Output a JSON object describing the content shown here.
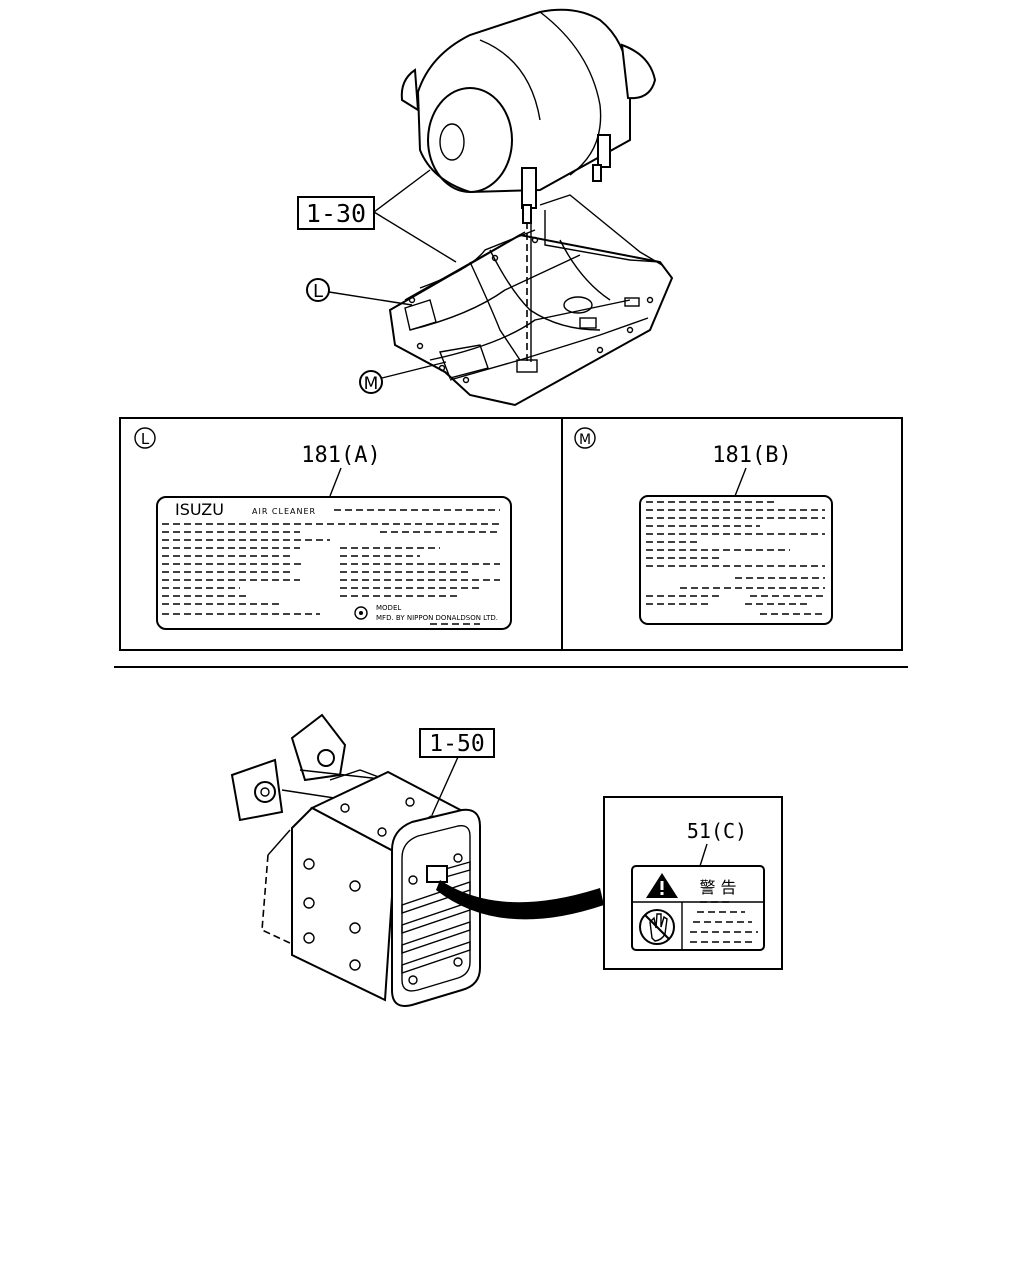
{
  "callouts": {
    "top_assembly": "1-30",
    "bottom_assembly": "1-50",
    "marker_l": "L",
    "marker_m": "M"
  },
  "panel_l": {
    "marker": "L",
    "part_ref": "181(A)",
    "brand": "ISUZU",
    "product": "AIR CLEANER",
    "model_label": "MODEL",
    "manufacturer": "MFD. BY NIPPON DONALDSON LTD."
  },
  "panel_m": {
    "marker": "M",
    "part_ref": "181(B)"
  },
  "panel_c": {
    "part_ref": "51(C)",
    "warning_text": "警 告"
  },
  "icons": [
    "warning-triangle-icon",
    "no-hand-icon"
  ]
}
